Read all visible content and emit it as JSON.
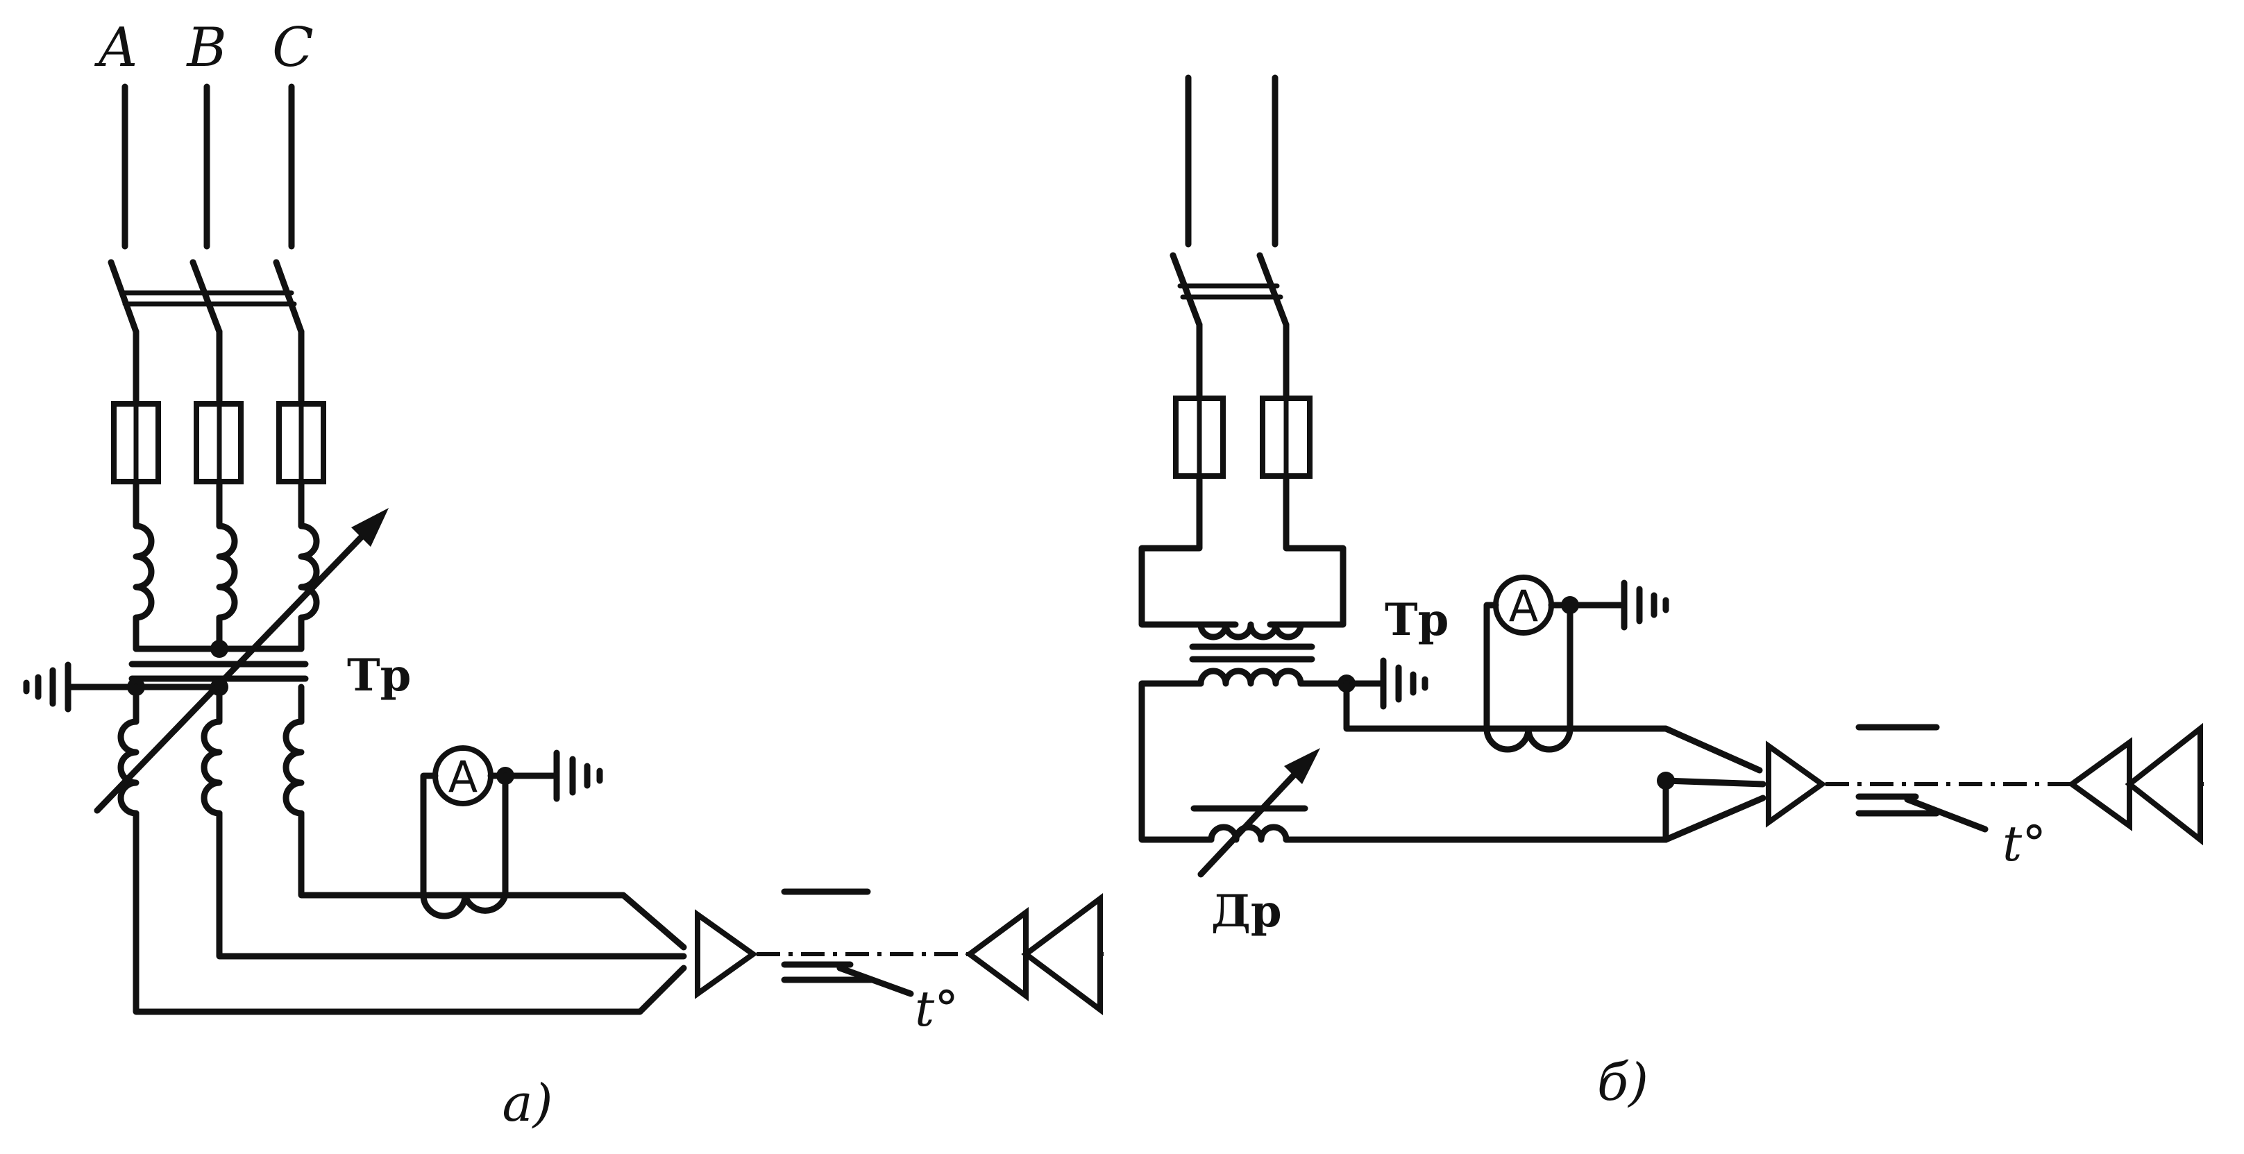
{
  "diagram_a": {
    "phase_labels": [
      "A",
      "B",
      "C"
    ],
    "transformer_label": "Тр",
    "meter_label": "A",
    "temperature_label": "t°",
    "caption": "а)"
  },
  "diagram_b": {
    "transformer_label": "Тр",
    "reactor_label": "Др",
    "meter_label": "A",
    "temperature_label": "t°",
    "caption": "б)"
  }
}
